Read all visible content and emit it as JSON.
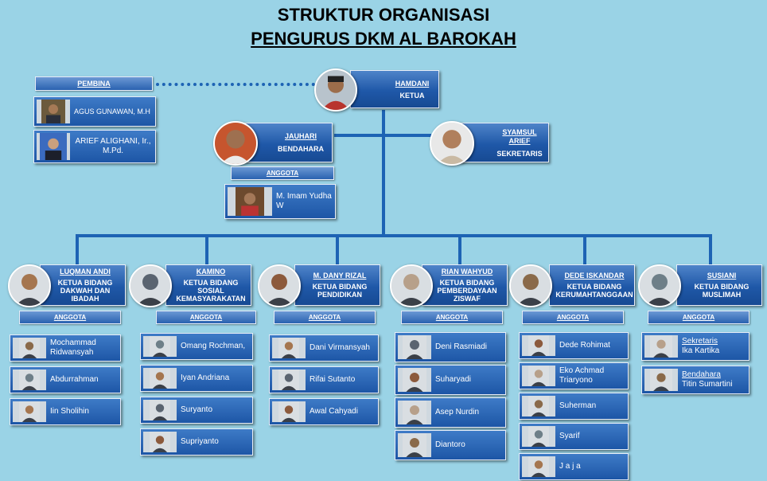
{
  "title": {
    "line1": "STRUKTUR ORGANISASI",
    "line2": "PENGURUS DKM AL BAROKAH"
  },
  "pembina": {
    "label": "PEMBINA",
    "members": [
      "AGUS GUNAWAN, M.H",
      "ARIEF ALIGHANI, Ir., M.Pd."
    ]
  },
  "ketua": {
    "name": "HAMDANI",
    "role": "KETUA"
  },
  "bendahara": {
    "name": "JAUHARI",
    "role": "BENDAHARA",
    "anggota_label": "ANGGOTA",
    "members": [
      "M. Imam Yudha W"
    ]
  },
  "sekretaris": {
    "name": "SYAMSUL ARIEF",
    "role": "SEKRETARIS"
  },
  "bidang": [
    {
      "name": "LUQMAN ANDI",
      "role": "KETUA BIDANG DAKWAH DAN IBADAH",
      "anggota_label": "ANGGOTA",
      "members": [
        "Mochammad Ridwansyah",
        "Abdurrahman",
        "Iin Sholihin"
      ]
    },
    {
      "name": "KAMINO",
      "role": "KETUA BIDANG SOSIAL KEMASYARAKATAN",
      "anggota_label": "ANGGOTA",
      "members": [
        "Omang Rochman,",
        "Iyan Andriana",
        "Suryanto",
        "Supriyanto"
      ]
    },
    {
      "name": "M. DANY RIZAL",
      "role": "KETUA BIDANG PENDIDIKAN",
      "anggota_label": "ANGGOTA",
      "members": [
        "Dani Virmansyah",
        "Rifai Sutanto",
        "Awal Cahyadi"
      ]
    },
    {
      "name": "RIAN WAHYUD",
      "role": "KETUA BIDANG PEMBERDAYAAN ZISWAF",
      "anggota_label": "ANGGOTA",
      "members": [
        "Deni Rasmiadi",
        "Suharyadi",
        "Asep Nurdin",
        "Diantoro"
      ]
    },
    {
      "name": "DEDE ISKANDAR",
      "role": "KETUA BIDANG KERUMAHTANGGAAN",
      "anggota_label": "ANGGOTA",
      "members": [
        "Dede Rohimat",
        "Eko Achmad Triaryono",
        "Suherman",
        "Syarif",
        "J a j a"
      ]
    },
    {
      "name": "SUSIANI",
      "role": "KETUA BIDANG MUSLIMAH",
      "anggota_label": "ANGGOTA",
      "members": [
        {
          "title": "Sekretaris",
          "name": "Ika Kartika"
        },
        {
          "title": "Bendahara",
          "name": "Titin Sumartini"
        }
      ]
    }
  ],
  "colors": {
    "background": "#9ad3e6",
    "box": "#1f58a8",
    "line": "#1d63b4"
  }
}
